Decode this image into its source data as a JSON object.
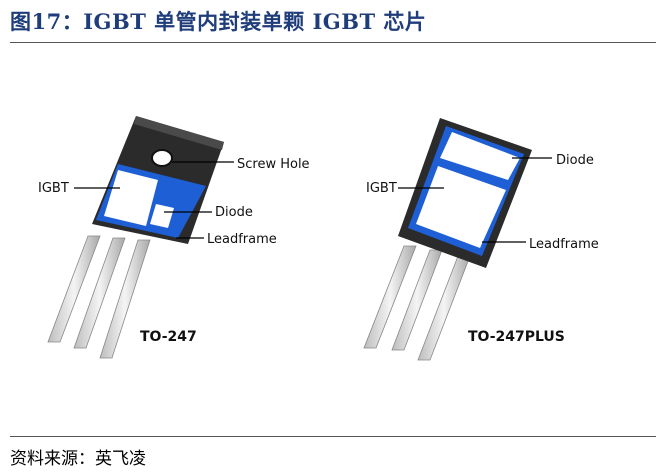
{
  "figure": {
    "title": "图17：IGBT 单管内封装单颗 IGBT 芯片",
    "source": "资料来源：英飞凌"
  },
  "packages": [
    {
      "name": "TO-247",
      "labels": {
        "igbt": "IGBT",
        "screw_hole": "Screw Hole",
        "diode": "Diode",
        "leadframe": "Leadframe"
      }
    },
    {
      "name": "TO-247PLUS",
      "labels": {
        "igbt": "IGBT",
        "diode": "Diode",
        "leadframe": "Leadframe"
      }
    }
  ],
  "colors": {
    "title": "#1f3d7a",
    "leadframe_blue": "#1f5fd6",
    "package_body": "#2b2b2b",
    "chip": "#ffffff"
  }
}
